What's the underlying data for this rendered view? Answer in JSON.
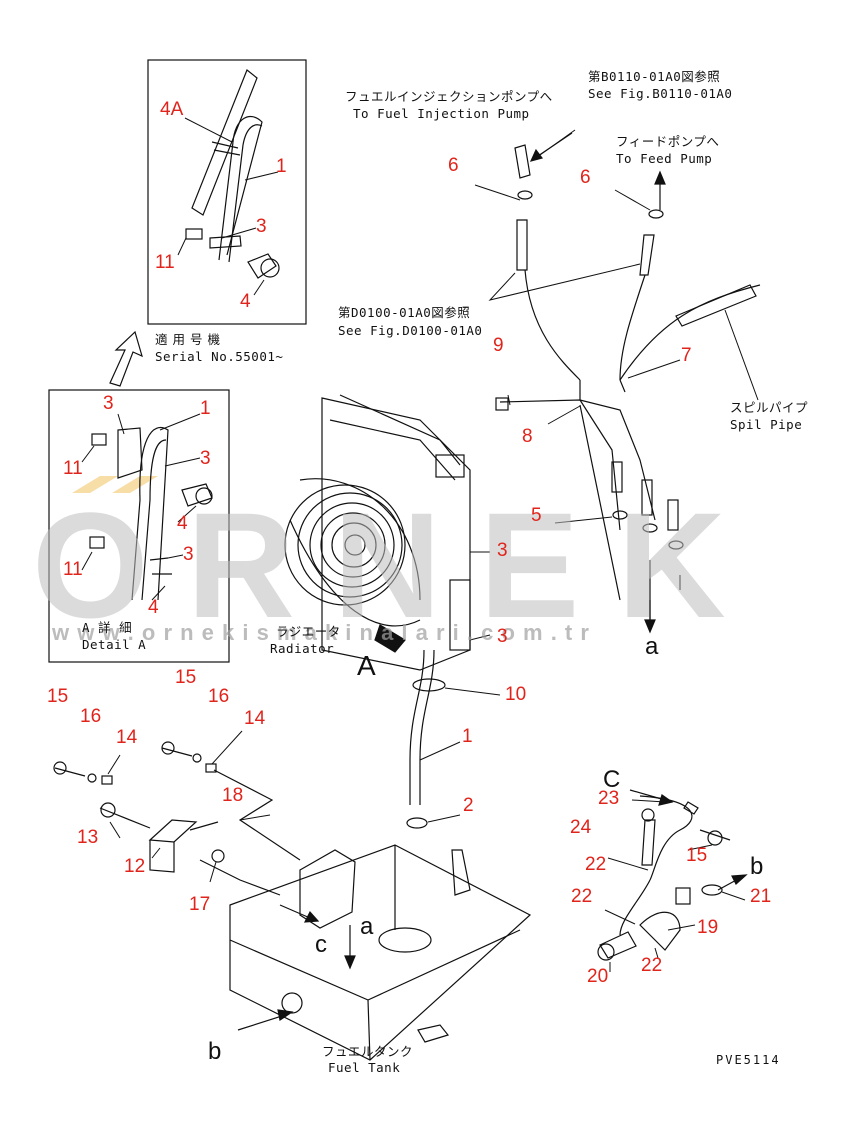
{
  "watermark": {
    "brand": "ORNEK",
    "url": "w w w . o r n e k i s m a k i n a l a r i . c o m . t r"
  },
  "labels": {
    "fuel_injection_jp": "フュエルインジェクションポンプへ",
    "fuel_injection_en": "To Fuel Injection Pump",
    "fig_b_jp": "第B0110-01A0図参照",
    "fig_b_en": "See Fig.B0110-01A0",
    "feed_jp": "フィードポンプへ",
    "feed_en": "To Feed Pump",
    "fig_d_jp": "第D0100-01A0図参照",
    "fig_d_en": "See Fig.D0100-01A0",
    "serial_jp": "適用号機",
    "serial_en": "Serial No.55001~",
    "spill_jp": "スピルパイプ",
    "spill_en": "Spil Pipe",
    "detail_jp": "A 詳 細",
    "detail_en": "Detail A",
    "radiator_jp": "ラジエータ",
    "radiator_en": "Radiator",
    "tank_jp": "フュエルタンク",
    "tank_en": "Fuel Tank",
    "code": "PVE5114"
  },
  "letters": {
    "A": "A",
    "a_top": "a",
    "a_tank": "a",
    "b_tank": "b",
    "b_right": "b",
    "c_tank": "c",
    "c_right": "C"
  },
  "callouts": {
    "c4A": "4A",
    "c1_top": "1",
    "c3_top": "3",
    "c11_top": "11",
    "c4_top": "4",
    "c3_a": "3",
    "c1_a": "1",
    "c3_b": "3",
    "c11_a": "11",
    "c4_a": "4",
    "c3_c": "3",
    "c11_b": "11",
    "c4_b": "4",
    "c6_left": "6",
    "c6_right": "6",
    "c9": "9",
    "c7": "7",
    "c8": "8",
    "c5": "5",
    "c3_rad1": "3",
    "c3_rad2": "3",
    "c10": "10",
    "c1_pipe": "1",
    "c2": "2",
    "c15_l": "15",
    "c16_l": "16",
    "c14_l": "14",
    "c15_m": "15",
    "c16_m": "16",
    "c14_m": "14",
    "c18": "18",
    "c13": "13",
    "c12": "12",
    "c17": "17",
    "c23": "23",
    "c24": "24",
    "c15_r": "15",
    "c22_a": "22",
    "c22_b": "22",
    "c21": "21",
    "c19": "19",
    "c20": "20",
    "c22_c": "22"
  }
}
